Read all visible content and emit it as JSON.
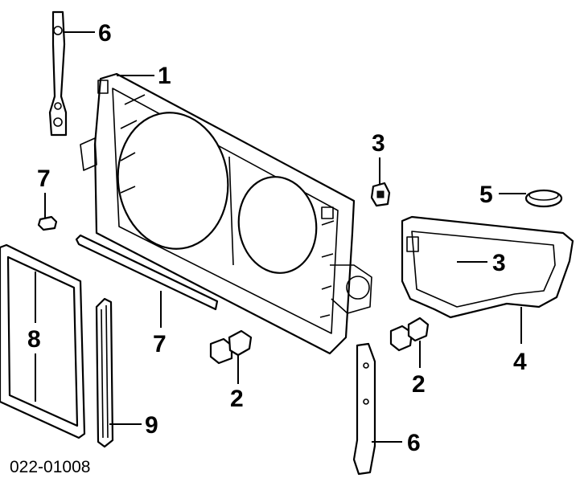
{
  "diagram_code": "022-01008",
  "callouts": {
    "c1": "1",
    "c2a": "2",
    "c2b": "2",
    "c3a": "3",
    "c3b": "3",
    "c4": "4",
    "c5": "5",
    "c6a": "6",
    "c6b": "6",
    "c7a": "7",
    "c7b": "7",
    "c8": "8",
    "c9": "9"
  }
}
